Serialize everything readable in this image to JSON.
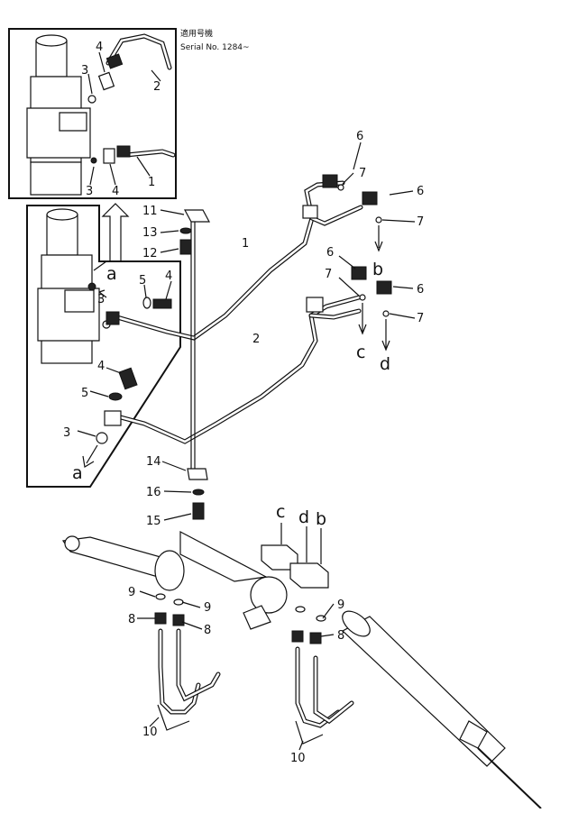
{
  "header": {
    "applicable_label": "適用号機",
    "serial_label": "Serial No. 1284~"
  },
  "callouts": {
    "n1": "1",
    "n2": "2",
    "n3": "3",
    "n4": "4",
    "n5": "5",
    "n6": "6",
    "n7": "7",
    "n8": "8",
    "n9": "9",
    "n10": "10",
    "n11": "11",
    "n12": "12",
    "n13": "13",
    "n14": "14",
    "n15": "15",
    "n16": "16"
  },
  "connections": {
    "a": "a",
    "b": "b",
    "c": "c",
    "d": "d"
  }
}
